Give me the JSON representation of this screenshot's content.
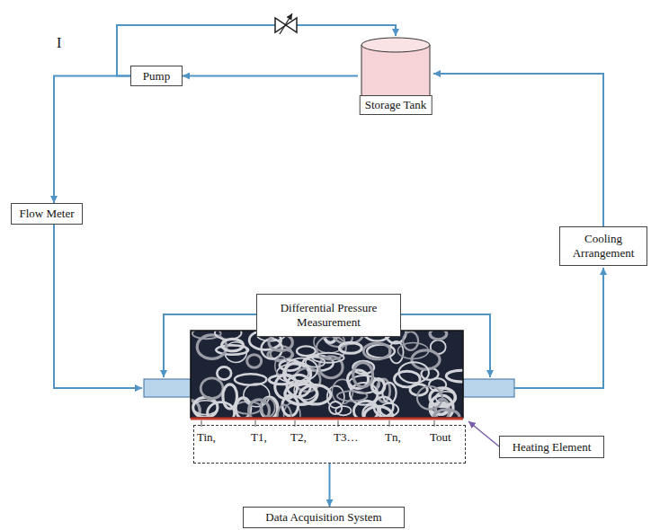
{
  "diagram": {
    "nodes": [
      {
        "text": [
          "Storage Tank"
        ]
      },
      {
        "text": [
          "Pump"
        ]
      },
      {
        "text": [
          "Flow Meter"
        ]
      },
      {
        "text": [
          "Differential Pressure Measurement"
        ]
      },
      {
        "text": [
          "Cooling Arrangement"
        ]
      },
      {
        "text": [
          "Tin,",
          "T1,",
          "T2,",
          "T3…",
          "Tn,",
          "Tout"
        ]
      },
      {
        "text": [
          "Heating Element"
        ]
      },
      {
        "text": [
          "Data Acquisition System"
        ]
      }
    ],
    "edges": [
      {
        "from": 0,
        "to": 1,
        "arrow": "to"
      },
      {
        "from": 1,
        "to": 2,
        "arrow": "to"
      },
      {
        "from": 1,
        "to": 0,
        "arrow": "to"
      },
      {
        "from": 4,
        "to": 0,
        "arrow": "to"
      },
      {
        "from": 5,
        "to": 7,
        "arrow": "to"
      }
    ],
    "labels": [
      "I"
    ]
  }
}
